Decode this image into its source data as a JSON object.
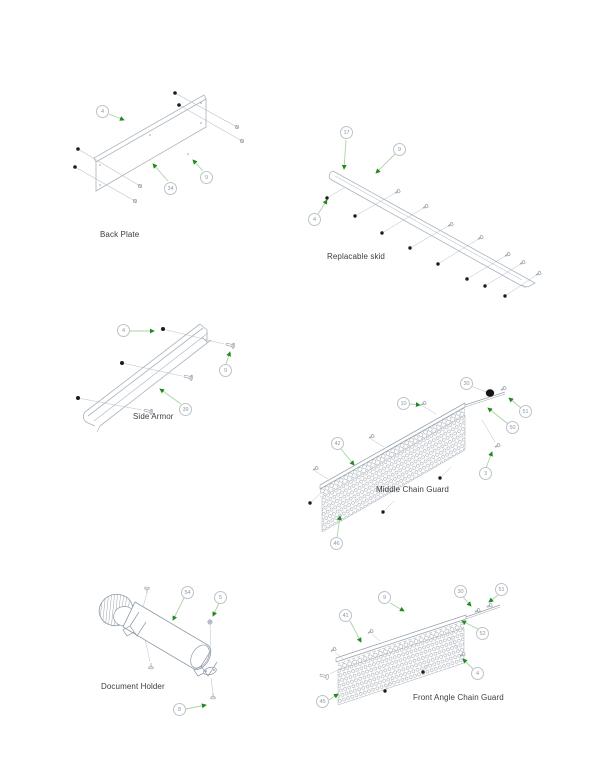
{
  "page": {
    "background": "#ffffff"
  },
  "colors": {
    "drawing_line": "#a9b4be",
    "drawing_dark": "#8e9aa6",
    "fastener_black": "#1c1c1c",
    "leader_green": "#a8d4a2",
    "arrow_green": "#1f8a1f",
    "balloon_stroke": "#bcc3ca",
    "balloon_text": "#8f98a1",
    "label_text": "#3d3d3d"
  },
  "diagrams": [
    {
      "id": "back-plate",
      "label": "Back Plate",
      "callouts": [
        {
          "number": "4"
        },
        {
          "number": "34"
        },
        {
          "number": "9"
        }
      ]
    },
    {
      "id": "replacable-skid",
      "label": "Replacable skid",
      "callouts": [
        {
          "number": "17"
        },
        {
          "number": "9"
        },
        {
          "number": "4"
        }
      ]
    },
    {
      "id": "side-armor",
      "label": "Side Armor",
      "callouts": [
        {
          "number": "4"
        },
        {
          "number": "9"
        },
        {
          "number": "39"
        }
      ]
    },
    {
      "id": "middle-chain-guard",
      "label": "Middle Chain Guard",
      "callouts": [
        {
          "number": "30"
        },
        {
          "number": "10"
        },
        {
          "number": "51"
        },
        {
          "number": "50"
        },
        {
          "number": "42"
        },
        {
          "number": "3"
        },
        {
          "number": "46"
        }
      ]
    },
    {
      "id": "document-holder",
      "label": "Document Holder",
      "callouts": [
        {
          "number": "54"
        },
        {
          "number": "5"
        },
        {
          "number": "8"
        }
      ]
    },
    {
      "id": "front-angle-chain-guard",
      "label": "Front Angle Chain Guard",
      "callouts": [
        {
          "number": "41"
        },
        {
          "number": "9"
        },
        {
          "number": "30"
        },
        {
          "number": "51"
        },
        {
          "number": "52"
        },
        {
          "number": "4"
        },
        {
          "number": "45"
        }
      ]
    }
  ]
}
